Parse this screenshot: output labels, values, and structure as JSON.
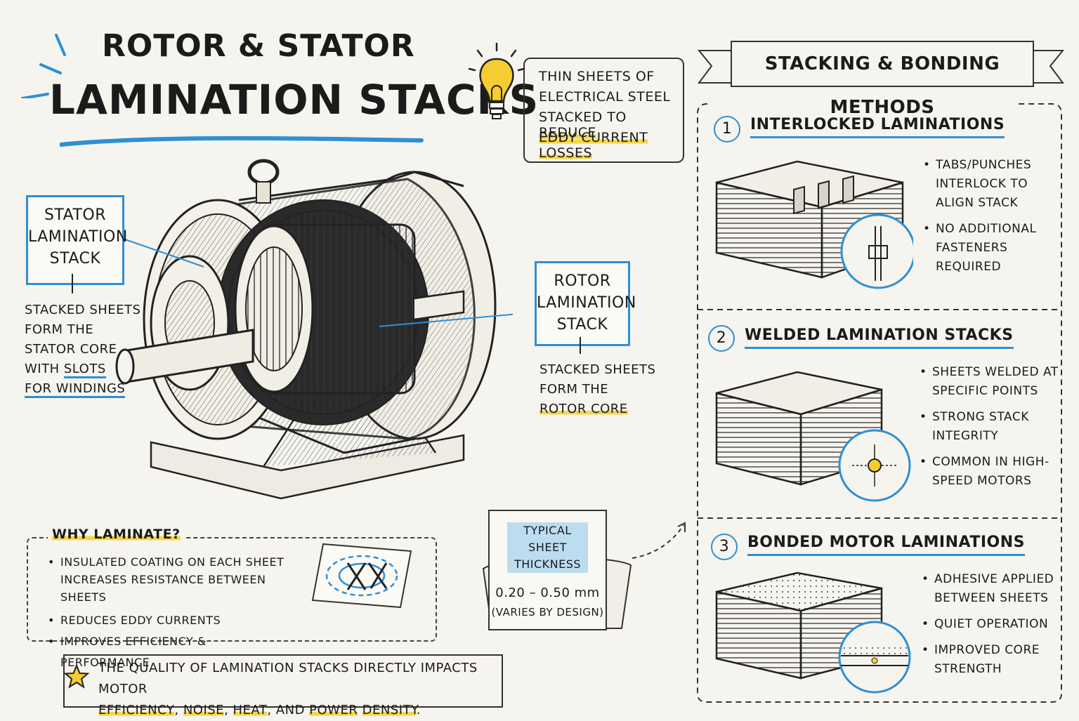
{
  "title": {
    "line1": "Rotor & Stator",
    "line2": "Lamination Stacks"
  },
  "note": {
    "l1": "Thin sheets of",
    "l2": "electrical steel",
    "l3a": "stacked to ",
    "l3b": "reduce",
    "l4a": "eddy",
    "l4b": " current",
    "l4c": " losses"
  },
  "stator": {
    "label": [
      "Stator",
      "Lamination",
      "Stack"
    ],
    "desc": [
      "Stacked sheets",
      "form the",
      "stator core",
      "with ",
      "slots",
      "for windings"
    ]
  },
  "rotor": {
    "label": [
      "Rotor",
      "Lamination",
      "Stack"
    ],
    "desc": [
      "Stacked sheets",
      "form the",
      "rotor core"
    ]
  },
  "methods": {
    "banner": "Stacking & Bonding Methods",
    "sections": [
      {
        "num": "1",
        "title": "Interlocked Laminations",
        "bullets": [
          "Tabs/punches interlock to align stack",
          "No additional fasteners required"
        ]
      },
      {
        "num": "2",
        "title": "Welded Lamination Stacks",
        "bullets": [
          "Sheets welded at specific points",
          "Strong stack integrity",
          "Common in high-speed motors"
        ]
      },
      {
        "num": "3",
        "title": "Bonded Motor Laminations",
        "bullets": [
          "Adhesive applied between sheets",
          "Quiet operation",
          "Improved core strength"
        ]
      }
    ]
  },
  "why": {
    "title": "Why laminate?",
    "bullets": [
      "Insulated coating on each sheet increases resistance between sheets",
      "Reduces eddy currents",
      "Improves efficiency & performance"
    ]
  },
  "thickness": {
    "label1": "Typical sheet",
    "label2": "thickness",
    "value": "0.20 – 0.50 mm",
    "note": "(varies by design)"
  },
  "quality": {
    "line1": "The quality of lamination stacks directly impacts motor",
    "w1": "efficiency",
    "sep1": ",  ",
    "w2": "noise",
    "sep2": ",  ",
    "w3": "heat",
    "sep3": ",  and  ",
    "w4": "power",
    "sep4": " ",
    "w5": "density",
    "end": "."
  },
  "colors": {
    "accent": "#2e8fd3",
    "highlight": "#f3d64a",
    "ink": "#1b1b1b",
    "paper": "#f6f4ee"
  },
  "icons": [
    "lightbulb-icon",
    "star-icon",
    "eddy-current-icon",
    "motor-illustration",
    "arrow-icon"
  ]
}
